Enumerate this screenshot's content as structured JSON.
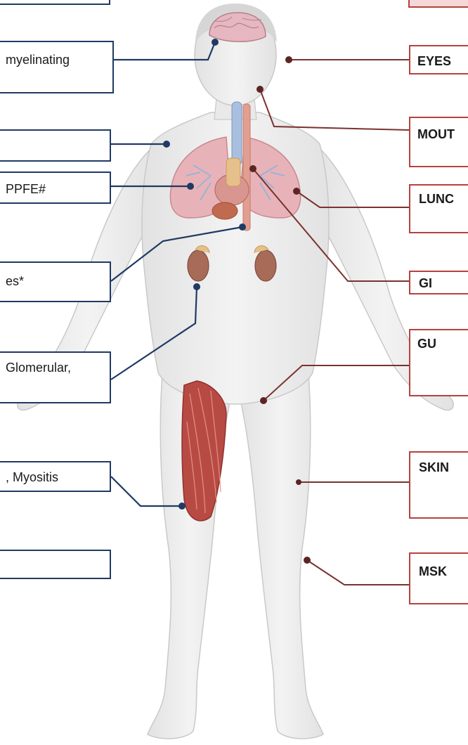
{
  "left_boxes": [
    {
      "text": "myelinating"
    },
    {
      "text": ""
    },
    {
      "text": "PPFE#"
    },
    {
      "text": "es*"
    },
    {
      "text": "Glomerular,"
    },
    {
      "text": ", Myositis"
    },
    {
      "text": ""
    }
  ],
  "right_boxes": [
    {
      "label": "EYES"
    },
    {
      "label": "MOUT"
    },
    {
      "label": "LUNC"
    },
    {
      "label": "GI"
    },
    {
      "label": "GU"
    },
    {
      "label": "SKIN"
    },
    {
      "label": "MSK"
    }
  ],
  "colors": {
    "left_border": "#1f3a63",
    "right_border": "#b5423f",
    "body_fill": "#ececec",
    "lung_fill": "#e8b3b8",
    "kidney_fill": "#a86b57",
    "muscle_fill": "#b84a44"
  }
}
